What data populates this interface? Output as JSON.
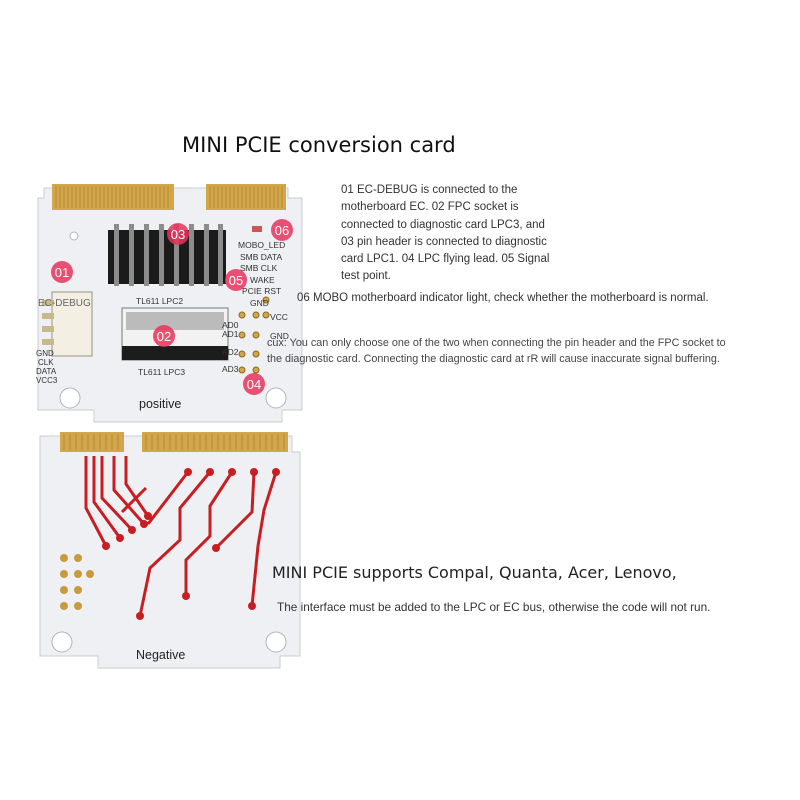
{
  "colors": {
    "board": "#eef0f3",
    "gold": "#d2a64a",
    "marker": "#e8335a",
    "trace": "#c81e22",
    "pin": "#222222"
  },
  "title": "MINI PCIE conversion card",
  "description": {
    "lines": [
      "01 EC-DEBUG is connected to the",
      "motherboard EC. 02 FPC socket is",
      "connected to diagnostic card LPC3, and",
      "03 pin header is connected to diagnostic",
      "card LPC1. 04 LPC flying lead. 05 Signal",
      "test point."
    ],
    "mobo_note": "06 MOBO motherboard indicator light, check whether the motherboard is normal.",
    "choose_lines": [
      "cux: You can only choose one of the two when connecting the pin header and the FPC socket to",
      "the diagnostic card. Connecting the diagnostic card at rR will cause inaccurate signal buffering."
    ]
  },
  "front_board": {
    "caption": "positive",
    "markers": [
      "01",
      "02",
      "03",
      "04",
      "05",
      "06"
    ],
    "silkscreen": {
      "ec_debug": "EC-DEBUG",
      "mobo_led": "MOBO_LED",
      "smb_data": "SMB DATA",
      "smb_clk": "SMB CLK",
      "wake": "WAKE",
      "pcie_rst": "PCIE RST",
      "gnd": "GND",
      "vcc": "VCC",
      "gnd2": "GND",
      "lpc2": "TL611 LPC2",
      "lpc3": "TL611 LPC3",
      "ad0": "AD0",
      "ad1": "AD1",
      "ad2": "AD2",
      "ad3": "AD3",
      "left_pins": [
        "GND",
        "CLK",
        "DATA",
        "VCC3"
      ]
    }
  },
  "back_board": {
    "caption": "Negative"
  },
  "supports": "MINI PCIE supports Compal, Quanta, Acer, Lenovo,",
  "interface_note": "The interface must be added to the LPC or EC bus, otherwise the code will not run."
}
